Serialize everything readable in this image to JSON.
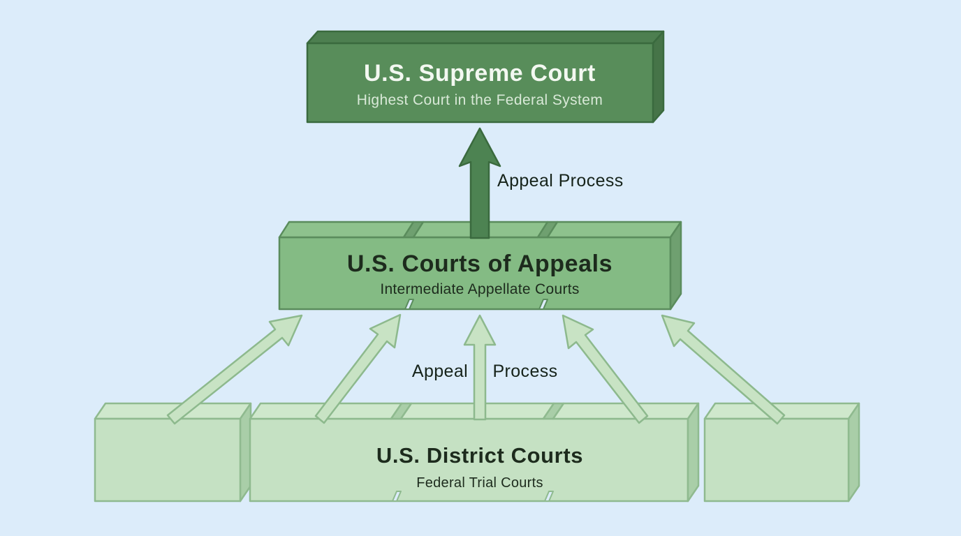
{
  "nodes": {
    "supreme_court": {
      "title": "U.S. Supreme Court",
      "subtitle": "Highest Court in the Federal System"
    },
    "courts_of_appeals": {
      "title": "U.S. Courts of Appeals",
      "subtitle": "Intermediate Appellate Courts"
    },
    "district_courts": {
      "title": "U.S. District Courts",
      "subtitle": "Federal Trial Courts"
    }
  },
  "labels": {
    "upper_arrow": "Appeal Process",
    "lower_arrow_left": "Appeal",
    "lower_arrow_right": "Process"
  },
  "colors": {
    "bg": "#dcecfa",
    "sc_front": "#588d5a",
    "sc_top": "#4d7f50",
    "sc_side": "#467448",
    "sc_stroke": "#3a6a3e",
    "ap_front": "#84bb84",
    "ap_top": "#8ec28d",
    "ap_side": "#6fa070",
    "ap_stroke": "#5a8c5c",
    "dc_front": "#c5e1c3",
    "dc_top": "#cfe8cc",
    "dc_side": "#a9cea8",
    "dc_stroke": "#8fba8f",
    "arrow_dark_fill": "#4d8352",
    "arrow_dark_stroke": "#3a6a3e",
    "arrow_light_fill": "#c8e3c4",
    "arrow_light_stroke": "#8db98d",
    "text_light": "#f3f8f1",
    "subtext_light": "#d9e9d8",
    "text_dark": "#1d2b1d",
    "label_dark": "#16231a"
  }
}
